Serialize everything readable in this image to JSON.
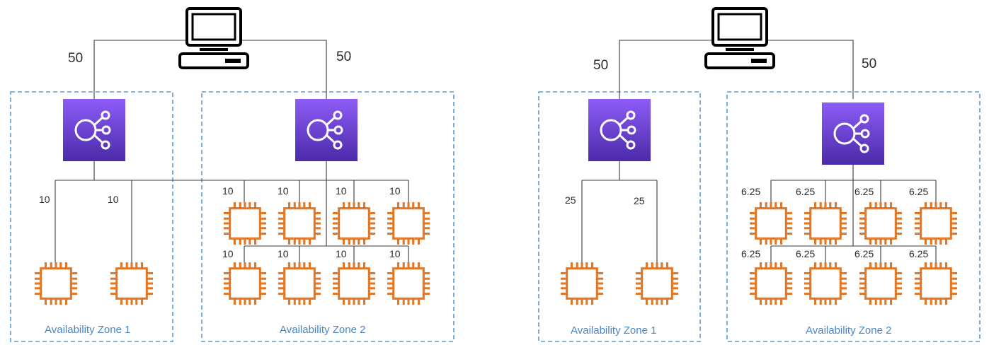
{
  "colors": {
    "load_balancer_top": "#8d5cf6",
    "load_balancer_bottom": "#4b2aa8",
    "instance_orange": "#e0782a",
    "az_border": "#5a9bd4",
    "az_label": "#4a86c5",
    "wire": "#3a3a3a"
  },
  "icons": {
    "client": "desktop-computer-icon",
    "load_balancer": "elastic-load-balancer-icon",
    "instance": "ec2-instance-chip-icon"
  },
  "left_panel": {
    "client_to_lb_weights": [
      "50",
      "50"
    ],
    "zones": [
      {
        "label": "Availability Zone 1",
        "instance_weights": [
          "10",
          "10"
        ]
      },
      {
        "label": "Availability Zone 2",
        "instance_weights": [
          "10",
          "10",
          "10",
          "10",
          "10",
          "10",
          "10",
          "10"
        ]
      }
    ]
  },
  "right_panel": {
    "client_to_lb_weights": [
      "50",
      "50"
    ],
    "zones": [
      {
        "label": "Availability Zone 1",
        "instance_weights": [
          "25",
          "25"
        ]
      },
      {
        "label": "Availability Zone 2",
        "instance_weights": [
          "6.25",
          "6.25",
          "6.25",
          "6.25",
          "6.25",
          "6.25",
          "6.25",
          "6.25"
        ]
      }
    ]
  }
}
